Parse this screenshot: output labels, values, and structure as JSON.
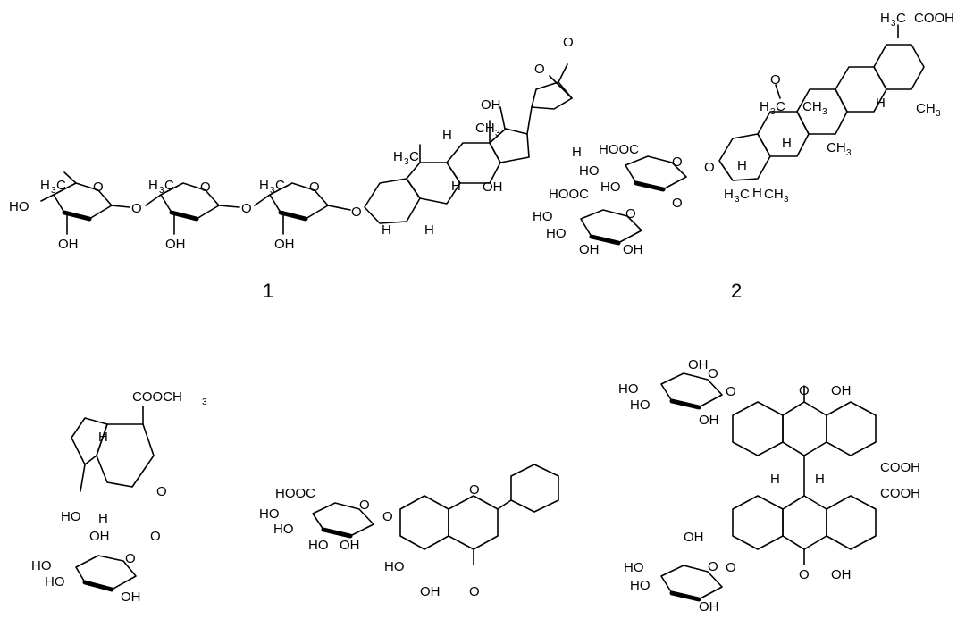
{
  "compound_numbers": [
    "1",
    "2"
  ],
  "atom_labels": {
    "ho": "HO",
    "oh": "OH",
    "o": "O",
    "h": "H",
    "ch3": "CH",
    "h3c": "H",
    "c_sub": "C",
    "three": "3",
    "cooh": "COOH",
    "hooc": "HOOC",
    "cooch3": "COOCH"
  }
}
